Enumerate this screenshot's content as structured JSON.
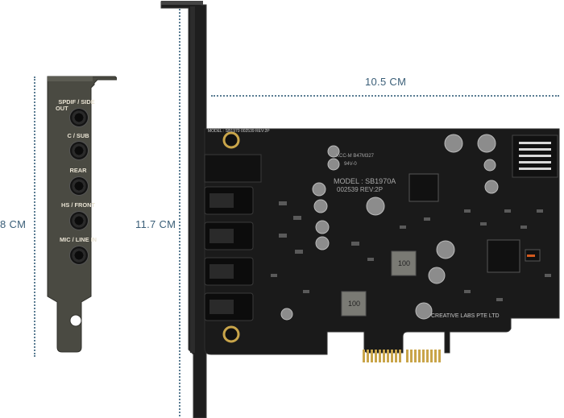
{
  "dimensions": {
    "low_profile_height": "8 CM",
    "full_height": "11.7 CM",
    "card_length": "10.5 CM"
  },
  "low_profile_bracket": {
    "ports": [
      {
        "label_line1": "SPDIF / SIDE",
        "label_line2": "OUT"
      },
      {
        "label_line1": "C / SUB",
        "label_line2": ""
      },
      {
        "label_line1": "REAR",
        "label_line2": ""
      },
      {
        "label_line1": "HS / FRONT",
        "label_line2": ""
      },
      {
        "label_line1": "MIC / LINE IN",
        "label_line2": ""
      }
    ]
  },
  "pcb": {
    "model_line": "MODEL : SB1970A",
    "part_line": "002539   REV:2P",
    "silk_top": "MODEL : SB1970 002539 REV:2P",
    "maker": "CREATIVE LABS PTE LTD",
    "cert": "KCC-M B47M327",
    "rating": "94V-0",
    "inductor_label": "100"
  },
  "colors": {
    "pcb": "#1a1a1a",
    "bracket_lp": "#4a4a42",
    "bracket_full": "#1e1e1e",
    "dim_text": "#3b5f78",
    "gold": "#c9a54a"
  }
}
